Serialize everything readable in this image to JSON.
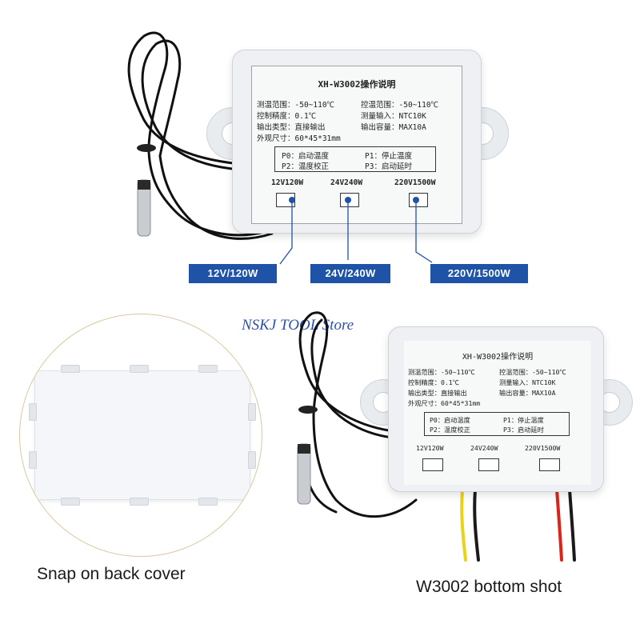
{
  "top_module": {
    "label": {
      "title": "XH-W3002操作说明",
      "row1_left": "测温范围：-50~110℃",
      "row1_right": "控温范围：-50~110℃",
      "row2_left": "控制精度：0.1℃",
      "row2_right": "测量输入：NTC10K",
      "row3_left": "输出类型：直接输出",
      "row3_right": "输出容量：MAX10A",
      "row4": "外观尺寸：60*45*31mm",
      "p0": "P0：启动温度",
      "p1": "P1：停止温度",
      "p2": "P2：温度校正",
      "p3": "P3：启动延时"
    },
    "buttons": [
      "12V120W",
      "24V240W",
      "220V1500W"
    ]
  },
  "tags": [
    "12V/120W",
    "24V/240W",
    "220V/1500W"
  ],
  "watermark": "NSKJ TOOL Store",
  "bottom_module": {
    "label": {
      "title": "XH-W3002操作说明",
      "row1_left": "测温范围：-50~110℃",
      "row1_right": "控温范围：-50~110℃",
      "row2_left": "控制精度：0.1℃",
      "row2_right": "测量输入：NTC10K",
      "row3_left": "输出类型：直接输出",
      "row3_right": "输出容量：MAX10A",
      "row4": "外观尺寸：60*45*31mm",
      "p0": "P0：启动温度",
      "p1": "P1：停止温度",
      "p2": "P2：温度校正",
      "p3": "P3：启动延时"
    },
    "buttons": [
      "12V120W",
      "24V240W",
      "220V1500W"
    ]
  },
  "captions": {
    "back_cover": "Snap on back cover",
    "bottom_shot": "W3002 bottom shot"
  },
  "colors": {
    "tag_blue": "#1f53a7",
    "watermark_blue": "#2f4fb0",
    "wire_yellow": "#e8d21a",
    "wire_red": "#d8261c"
  }
}
